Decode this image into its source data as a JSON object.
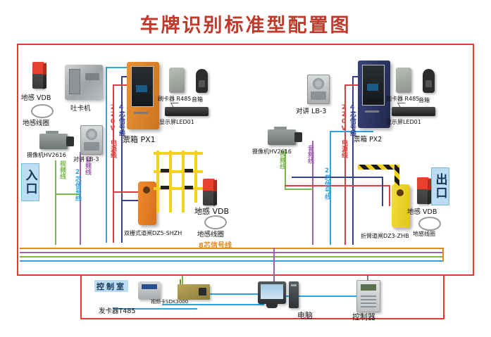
{
  "title": "车牌识别标准型配置图",
  "zones": {
    "entrance": "入口",
    "exit": "出口",
    "control_room": "控制室"
  },
  "entrance_devices": [
    {
      "name": "地感 VDB",
      "icon": "ground-sensor-icon"
    },
    {
      "name": "地感线圈",
      "icon": "loop-coil-icon"
    },
    {
      "name": "吐卡机",
      "icon": "card-dispenser-icon"
    },
    {
      "name": "摄像机HV2616",
      "icon": "camera-icon"
    },
    {
      "name": "对讲 LB-3",
      "icon": "intercom-icon"
    },
    {
      "name": "票箱 PX1",
      "icon": "ticket-kiosk-icon"
    },
    {
      "name": "刷卡器 R485",
      "icon": "card-reader-icon"
    },
    {
      "name": "音箱",
      "icon": "speaker-icon"
    },
    {
      "name": "显示屏LED01",
      "icon": "led-display-icon"
    },
    {
      "name": "双栅式道闸DZ5-SHZH",
      "icon": "fence-barrier-icon"
    },
    {
      "name": "地感 VDB",
      "icon": "ground-sensor-icon"
    },
    {
      "name": "地感线圈",
      "icon": "loop-coil-icon"
    }
  ],
  "exit_devices": [
    {
      "name": "对讲 LB-3",
      "icon": "intercom-icon"
    },
    {
      "name": "摄像机HV2616",
      "icon": "camera-icon"
    },
    {
      "name": "票箱 PX2",
      "icon": "ticket-kiosk-icon"
    },
    {
      "name": "刷卡器 R485",
      "icon": "card-reader-icon"
    },
    {
      "name": "音箱",
      "icon": "speaker-icon"
    },
    {
      "name": "显示屏LED01",
      "icon": "led-display-icon"
    },
    {
      "name": "折臂道闸DZ3-ZHB",
      "icon": "folding-barrier-icon"
    },
    {
      "name": "地感 VDB",
      "icon": "ground-sensor-icon"
    },
    {
      "name": "地感线圈",
      "icon": "loop-coil-icon"
    }
  ],
  "control_devices": [
    {
      "name": "发卡器T485",
      "icon": "card-issuer-icon"
    },
    {
      "name": "视频卡SDK3000",
      "icon": "video-card-icon"
    },
    {
      "name": "电脑",
      "icon": "computer-icon"
    },
    {
      "name": "控制器",
      "icon": "controller-icon"
    }
  ],
  "cables": {
    "video": {
      "label": "视频线",
      "color": "#79b84a"
    },
    "audio": {
      "label": "音频线",
      "color": "#a05fb0"
    },
    "power": {
      "label": "220V 电源线",
      "color": "#d94040"
    },
    "sig4": {
      "label": "4芯信号线",
      "color": "#35418f"
    },
    "sig2": {
      "label": "2芯信号线",
      "color": "#2ba6dd"
    },
    "sig8": {
      "label": "8芯信号线",
      "color": "#e08a20"
    }
  },
  "colors": {
    "frame": "#e03a2f",
    "title": "#c0392b",
    "zone_plate": "#bcdcf2"
  }
}
